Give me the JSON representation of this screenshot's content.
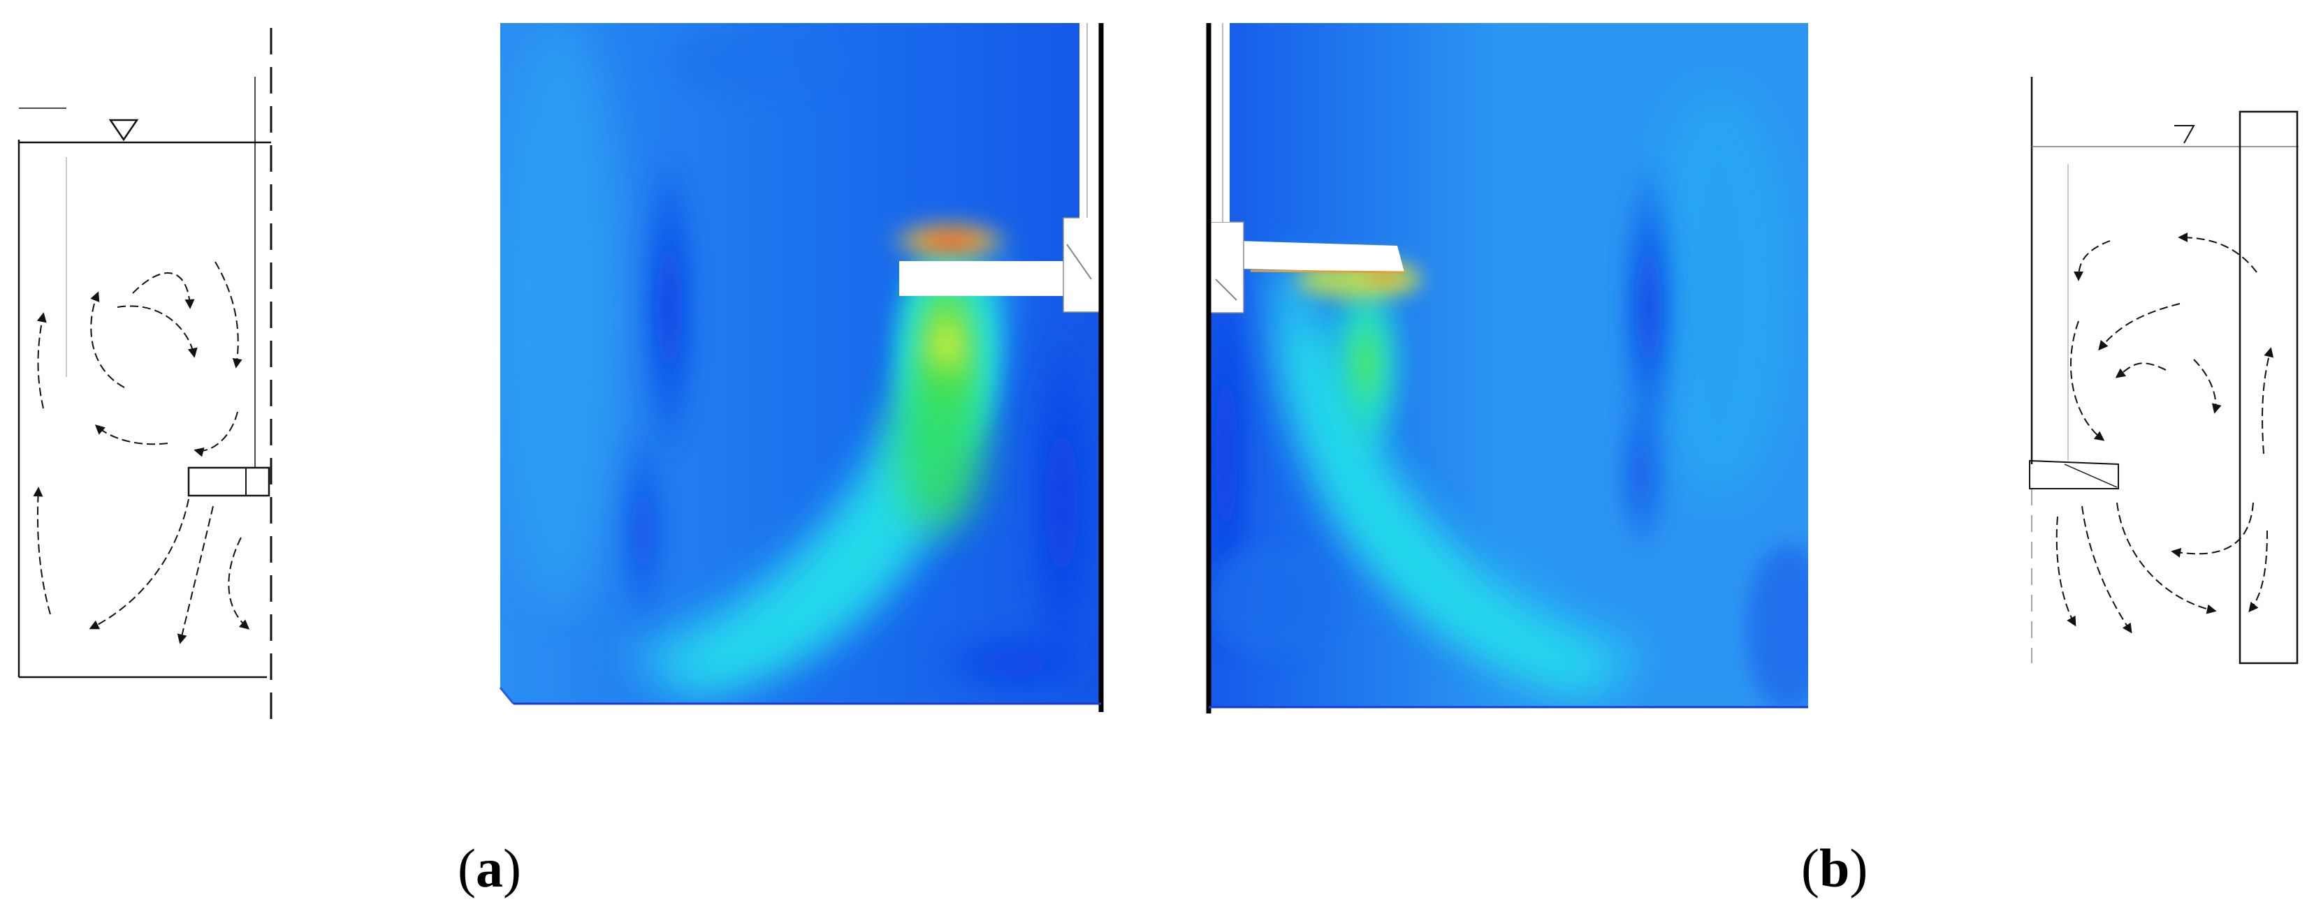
{
  "figure": {
    "panels": [
      {
        "id": "a",
        "label_open": "(",
        "label_letter": "a",
        "label_close": ")"
      },
      {
        "id": "b",
        "label_open": "(",
        "label_letter": "b",
        "label_close": ")"
      }
    ],
    "colormap": {
      "low": "#0a3fe6",
      "mid_low": "#1a86f5",
      "mid": "#18e7ee",
      "mid_high": "#27d83a",
      "high": "#e5e835",
      "peak": "#e3281f"
    },
    "icons": [
      "water-level-triangle-icon",
      "flow-arrow-icon"
    ]
  }
}
